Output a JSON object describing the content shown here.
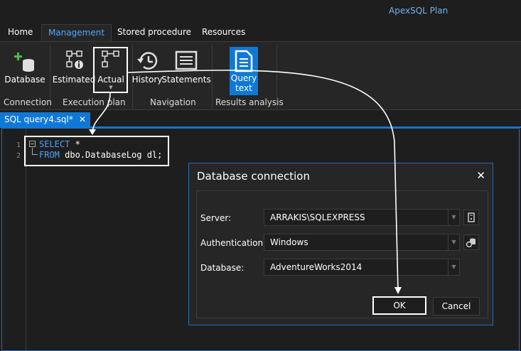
{
  "app": {
    "title": "ApexSQL Plan"
  },
  "menu": {
    "tabs": [
      "Home",
      "Management",
      "Stored procedure",
      "Resources"
    ]
  },
  "ribbon": {
    "buttons": {
      "database": "Database",
      "estimated": "Estimated",
      "actual": "Actual",
      "history": "History",
      "statements": "Statements",
      "query_text": "Query text"
    },
    "groups": {
      "connection": "Connection",
      "execution_plan": "Execution plan",
      "navigation": "Navigation",
      "results_analysis": "Results analysis"
    }
  },
  "document": {
    "tab_label": "SQL query4.sql*",
    "close_glyph": "✕"
  },
  "editor": {
    "line_numbers": [
      "1",
      "2"
    ],
    "line1": {
      "keyword": "SELECT",
      "rest": " *"
    },
    "line2": {
      "keyword": "FROM",
      "rest": " dbo.DatabaseLog dl;"
    }
  },
  "dialog": {
    "title": "Database connection",
    "close_glyph": "✕",
    "server_label": "Server:",
    "server_value": "ARRAKIS\\SQLEXPRESS",
    "auth_label": "Authentication:",
    "auth_value": "Windows",
    "database_label": "Database:",
    "database_value": "AdventureWorks2014",
    "ok_label": "OK",
    "cancel_label": "Cancel"
  },
  "colors": {
    "accent": "#0f78d7",
    "keyword": "#4aa3ff",
    "title": "#6cb4ee"
  }
}
